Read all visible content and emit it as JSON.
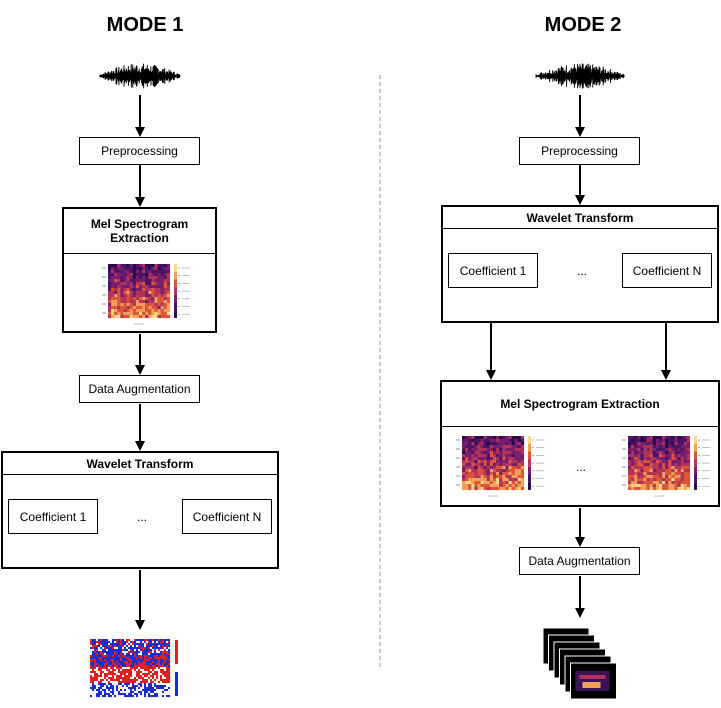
{
  "mode1": {
    "title": "MODE 1",
    "preprocessing": "Preprocessing",
    "mel_title": "Mel Spectrogram\nExtraction",
    "augmentation": "Data Augmentation",
    "wavelet_title": "Wavelet Transform",
    "coef_first": "Coefficient 1",
    "coef_ellipsis": "...",
    "coef_last": "Coefficient N"
  },
  "mode2": {
    "title": "MODE 2",
    "preprocessing": "Preprocessing",
    "wavelet_title": "Wavelet Transform",
    "coef_first": "Coefficient 1",
    "coef_ellipsis": "...",
    "coef_last": "Coefficient N",
    "mel_title": "Mel Spectrogram Extraction",
    "spec_ellipsis": "...",
    "augmentation": "Data Augmentation"
  },
  "colors": {
    "line": "#000000",
    "divider": "#999999",
    "spectrogram_dark": "#2a0b4a",
    "spectrogram_hot": "#f2a25c",
    "scalogram_blue": "#1a2ccc",
    "scalogram_red": "#e02020"
  }
}
